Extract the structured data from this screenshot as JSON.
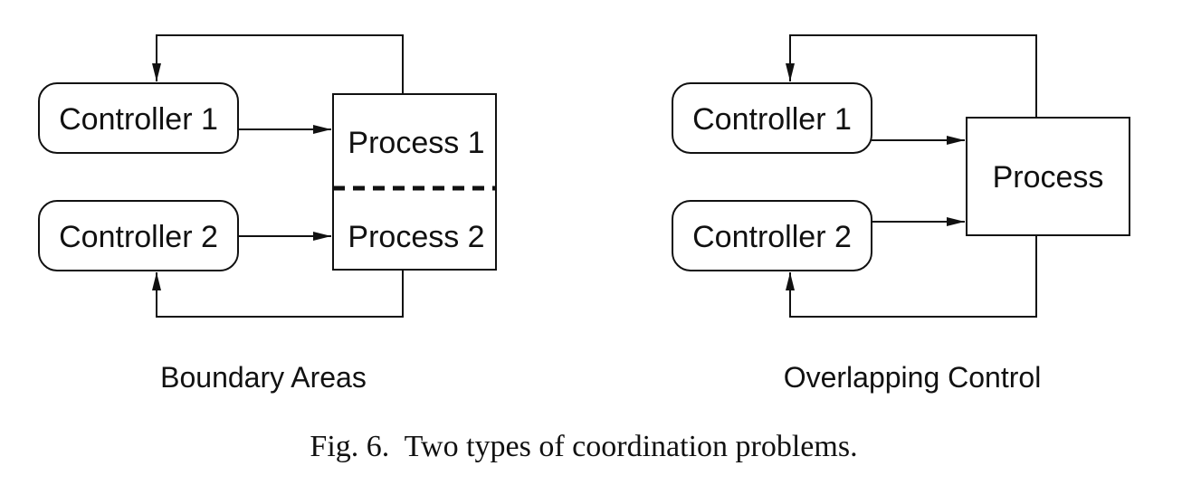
{
  "left_panel": {
    "subtitle": "Boundary Areas",
    "controller_1": "Controller 1",
    "controller_2": "Controller 2",
    "process_1": "Process 1",
    "process_2": "Process 2"
  },
  "right_panel": {
    "subtitle": "Overlapping Control",
    "controller_1": "Controller 1",
    "controller_2": "Controller 2",
    "process": "Process"
  },
  "caption": "Fig. 6.  Two types of coordination problems.",
  "colors": {
    "stroke": "#111111",
    "background": "#ffffff"
  }
}
